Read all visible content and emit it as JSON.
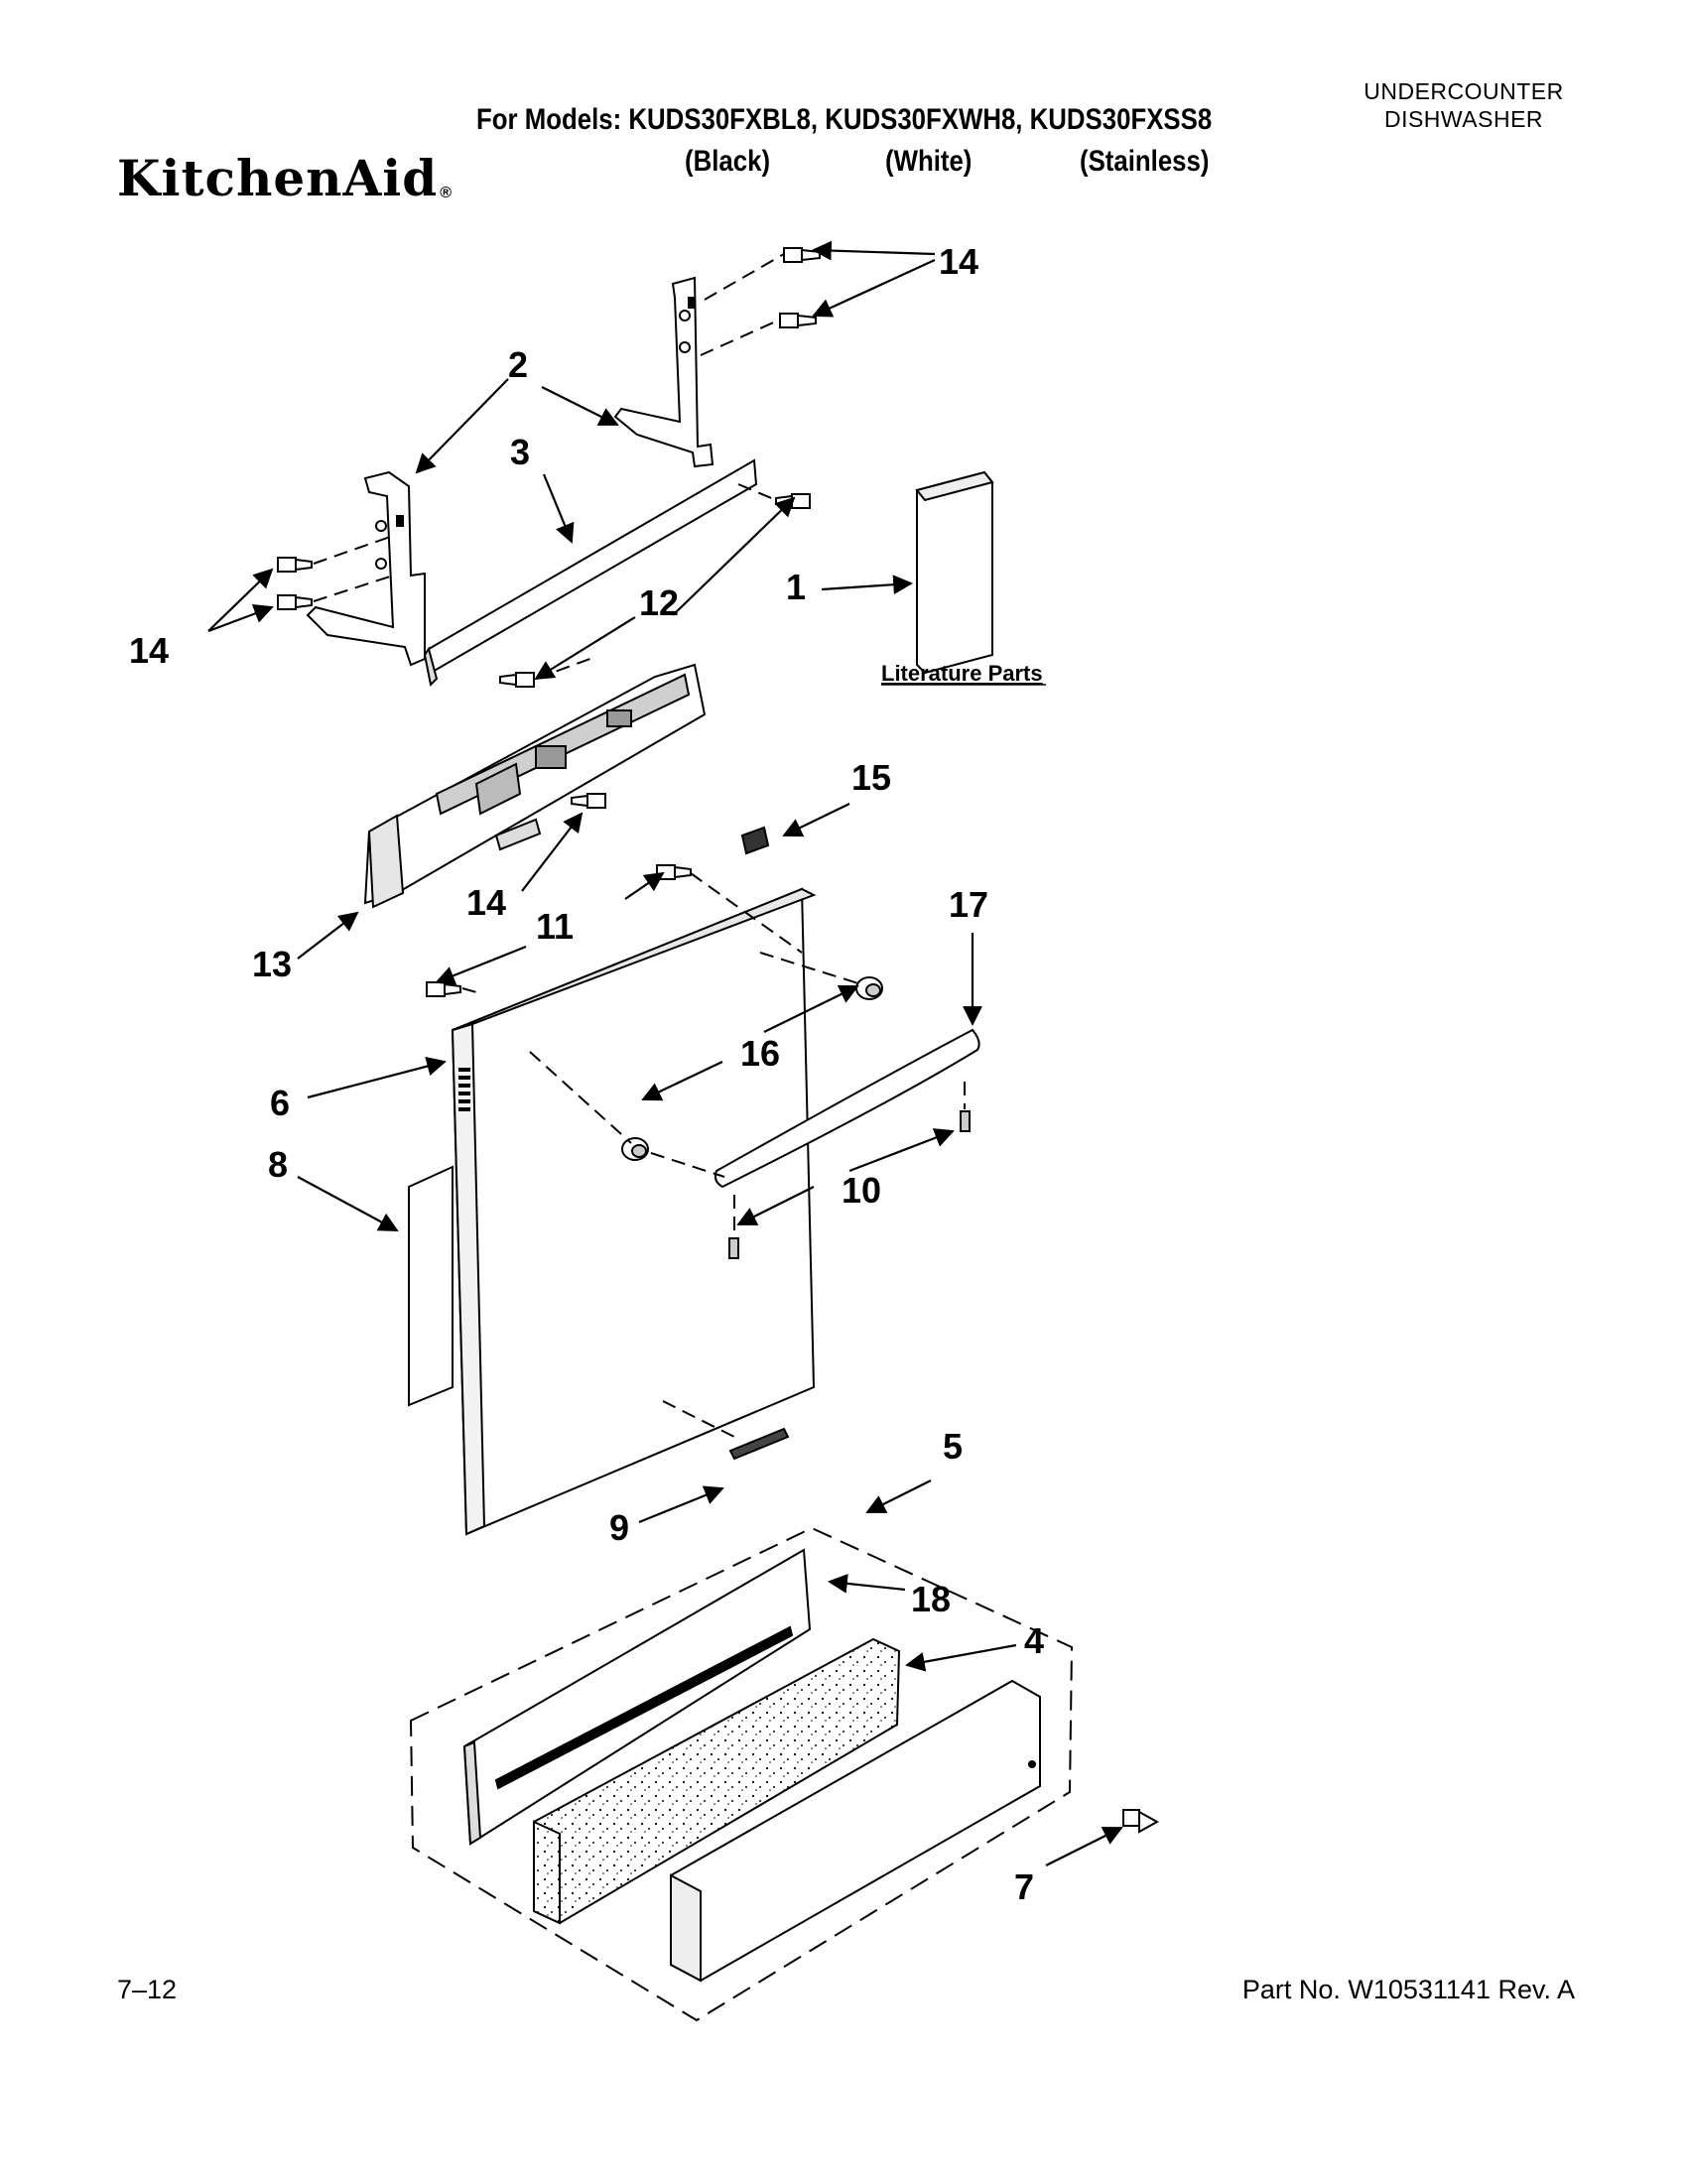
{
  "header": {
    "category": "UNDERCOUNTER DISHWASHER",
    "models_line": "For Models: KUDS30FXBL8, KUDS30FXWH8, KUDS30FXSS8",
    "variants": [
      "(Black)",
      "(White)",
      "(Stainless)"
    ],
    "brand": "KitchenAid",
    "brand_mark": "®"
  },
  "diagram": {
    "callouts": [
      "14",
      "2",
      "3",
      "12",
      "1",
      "14",
      "15",
      "14",
      "11",
      "13",
      "17",
      "16",
      "6",
      "8",
      "10",
      "5",
      "9",
      "18",
      "4",
      "7"
    ],
    "literature_label": "Literature Parts"
  },
  "footer": {
    "page": "7–12",
    "part_no": "Part No. W10531141 Rev. A"
  }
}
